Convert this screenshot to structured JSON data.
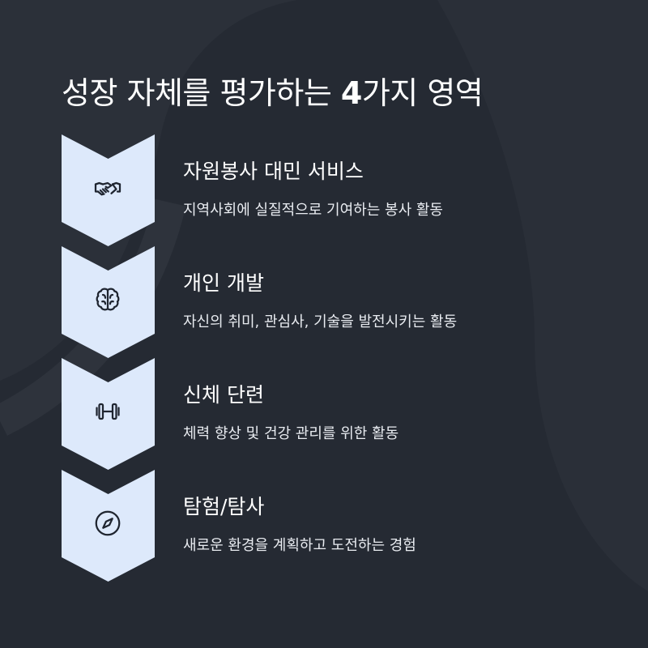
{
  "title": {
    "text": "성장 자체를 평가하는 ",
    "number": "4",
    "suffix": "가지 영역"
  },
  "colors": {
    "background": "#252a33",
    "chevron_fill": "#dde9fb",
    "icon_stroke": "#1f2530",
    "text": "#ffffff"
  },
  "steps": [
    {
      "title": "자원봉사 대민 서비스",
      "description": "지역사회에 실질적으로 기여하는 봉사 활동",
      "icon": "handshake-icon"
    },
    {
      "title": "개인 개발",
      "description": "자신의 취미, 관심사, 기술을 발전시키는 활동",
      "icon": "brain-icon"
    },
    {
      "title": "신체 단련",
      "description": "체력 향상 및 건강 관리를 위한 활동",
      "icon": "dumbbell-icon"
    },
    {
      "title": "탐험/탐사",
      "description": "새로운 환경을 계획하고 도전하는 경험",
      "icon": "compass-icon"
    }
  ]
}
